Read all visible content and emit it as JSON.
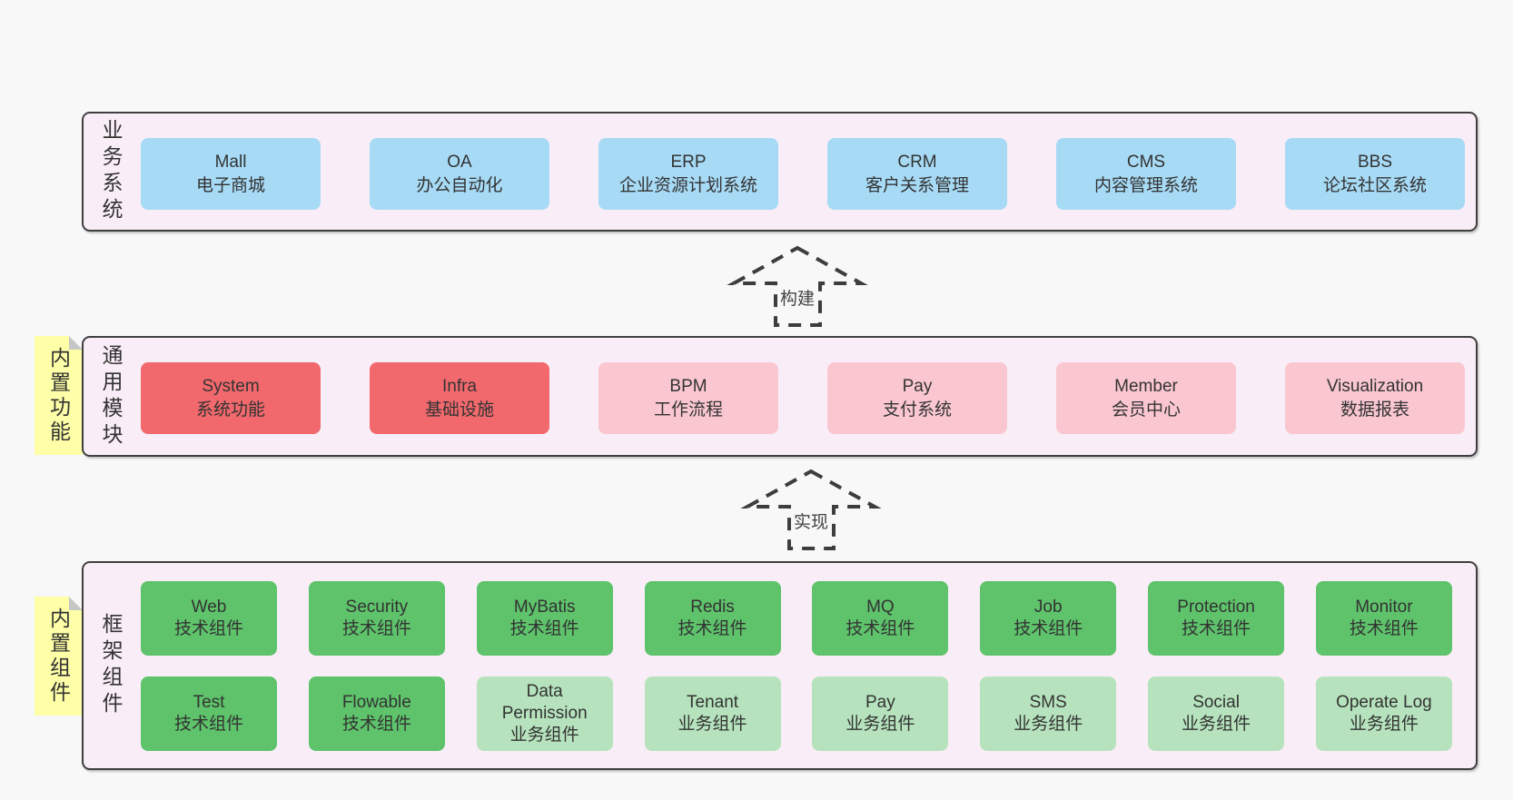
{
  "diagram": {
    "colors": {
      "blue": "#a7daf5",
      "red": "#f2696d",
      "pink": "#fac7d1",
      "green": "#5ec36b",
      "lightgreen": "#b6e3bd",
      "note_yellow": "#feffa6",
      "layer_background": "#f9eef7",
      "border": "#3f3f3f",
      "page_background": "#f8f8f8"
    },
    "layers": [
      {
        "label": "业务系统",
        "rows": [
          [
            {
              "title": "Mall",
              "subtitle": "电子商城",
              "variant": "blue"
            },
            {
              "title": "OA",
              "subtitle": "办公自动化",
              "variant": "blue"
            },
            {
              "title": "ERP",
              "subtitle": "企业资源计划系统",
              "variant": "blue"
            },
            {
              "title": "CRM",
              "subtitle": "客户关系管理",
              "variant": "blue"
            },
            {
              "title": "CMS",
              "subtitle": "内容管理系统",
              "variant": "blue"
            },
            {
              "title": "BBS",
              "subtitle": "论坛社区系统",
              "variant": "blue"
            }
          ]
        ]
      },
      {
        "label": "通用模块",
        "note": "内置功能",
        "rows": [
          [
            {
              "title": "System",
              "subtitle": "系统功能",
              "variant": "red"
            },
            {
              "title": "Infra",
              "subtitle": "基础设施",
              "variant": "red"
            },
            {
              "title": "BPM",
              "subtitle": "工作流程",
              "variant": "pink"
            },
            {
              "title": "Pay",
              "subtitle": "支付系统",
              "variant": "pink"
            },
            {
              "title": "Member",
              "subtitle": "会员中心",
              "variant": "pink"
            },
            {
              "title": "Visualization",
              "subtitle": "数据报表",
              "variant": "pink"
            }
          ]
        ]
      },
      {
        "label": "框架组件",
        "note": "内置组件",
        "rows": [
          [
            {
              "title": "Web",
              "subtitle": "技术组件",
              "variant": "green"
            },
            {
              "title": "Security",
              "subtitle": "技术组件",
              "variant": "green"
            },
            {
              "title": "MyBatis",
              "subtitle": "技术组件",
              "variant": "green"
            },
            {
              "title": "Redis",
              "subtitle": "技术组件",
              "variant": "green"
            },
            {
              "title": "MQ",
              "subtitle": "技术组件",
              "variant": "green"
            },
            {
              "title": "Job",
              "subtitle": "技术组件",
              "variant": "green"
            },
            {
              "title": "Protection",
              "subtitle": "技术组件",
              "variant": "green"
            },
            {
              "title": "Monitor",
              "subtitle": "技术组件",
              "variant": "green"
            }
          ],
          [
            {
              "title": "Test",
              "subtitle": "技术组件",
              "variant": "green"
            },
            {
              "title": "Flowable",
              "subtitle": "技术组件",
              "variant": "green"
            },
            {
              "title": "Data Permission",
              "subtitle": "业务组件",
              "variant": "lightgreen"
            },
            {
              "title": "Tenant",
              "subtitle": "业务组件",
              "variant": "lightgreen"
            },
            {
              "title": "Pay",
              "subtitle": "业务组件",
              "variant": "lightgreen"
            },
            {
              "title": "SMS",
              "subtitle": "业务组件",
              "variant": "lightgreen"
            },
            {
              "title": "Social",
              "subtitle": "业务组件",
              "variant": "lightgreen"
            },
            {
              "title": "Operate Log",
              "subtitle": "业务组件",
              "variant": "lightgreen"
            }
          ]
        ]
      }
    ],
    "arrows": [
      {
        "label": "构建"
      },
      {
        "label": "实现"
      }
    ]
  }
}
